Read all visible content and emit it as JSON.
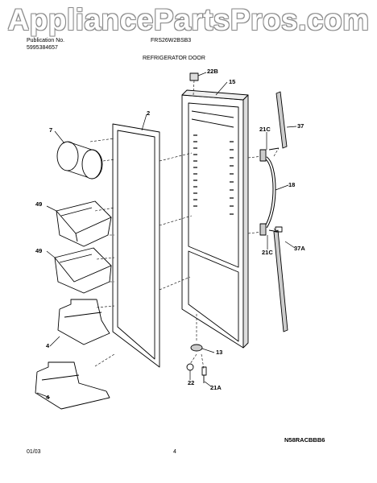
{
  "watermark": "AppliancePartsPros.com",
  "header": {
    "publication_label": "Publication No.",
    "publication_number": "5995384657",
    "model": "FRS26W2BSB3",
    "section_title": "REFRIGERATOR DOOR"
  },
  "callouts": {
    "c22B": "22B",
    "c15": "15",
    "c2": "2",
    "c7": "7",
    "c21C_top": "21C",
    "c37": "37",
    "c18": "18",
    "c49_a": "49",
    "c49_b": "49",
    "c21C_bottom": "21C",
    "c37A": "37A",
    "c4_a": "4",
    "c4_b": "4",
    "c13": "13",
    "c22": "22",
    "c21A": "21A"
  },
  "footer": {
    "date": "01/03",
    "page": "4",
    "diagram_code": "N58RACBBB6"
  }
}
